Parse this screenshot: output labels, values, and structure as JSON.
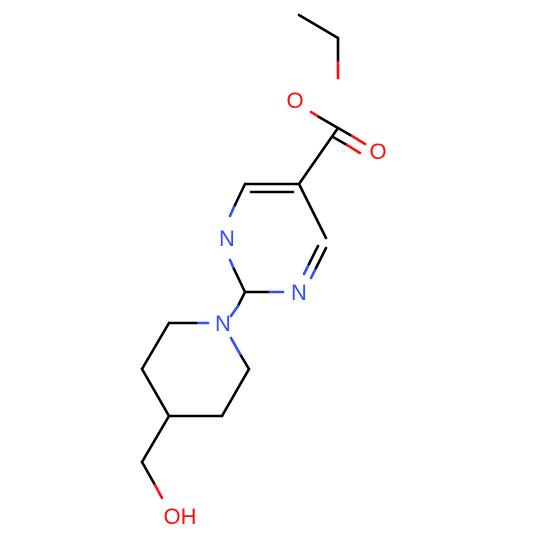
{
  "molecule": {
    "atoms": {
      "o_carbonyl": {
        "symbol": "O",
        "color": "#ff0d0d"
      },
      "o_ester": {
        "symbol": "O",
        "color": "#ff0d0d"
      },
      "n_ring_upper": {
        "symbol": "N",
        "color": "#3050f8"
      },
      "n_ring_lower": {
        "symbol": "N",
        "color": "#3050f8"
      },
      "n_piperidine": {
        "symbol": "N",
        "color": "#3050f8"
      },
      "hydroxyl": {
        "symbol": "OH",
        "color": "#ff0d0d"
      }
    },
    "colors": {
      "bond": "#000000",
      "oxygen": "#ff0d0d",
      "nitrogen": "#3050f8",
      "background": "#ffffff"
    }
  }
}
